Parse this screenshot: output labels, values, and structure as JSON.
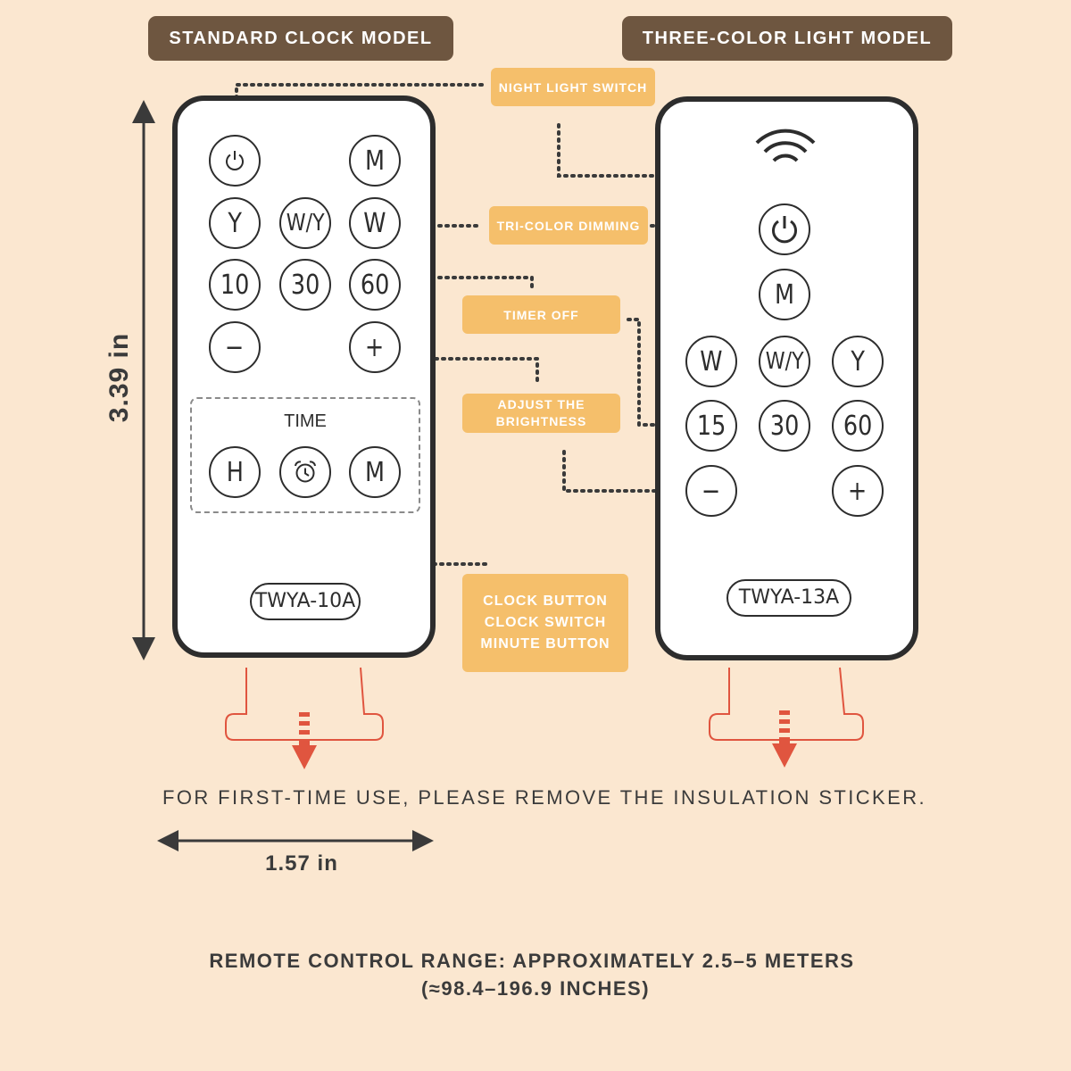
{
  "models": {
    "standard": "STANDARD CLOCK MODEL",
    "three_color": "THREE-COLOR LIGHT MODEL"
  },
  "callouts": {
    "night_light": "NIGHT LIGHT SWITCH",
    "tri_color": "TRI-COLOR DIMMING",
    "timer_off": "TIMER OFF",
    "brightness_1": "ADJUST THE",
    "brightness_2": "BRIGHTNESS",
    "clock_1": "CLOCK BUTTON",
    "clock_2": "CLOCK SWITCH",
    "clock_3": "MINUTE BUTTON"
  },
  "left_remote": {
    "buttons": {
      "power": "power-icon",
      "m": "M",
      "y": "Y",
      "wy": "W/Y",
      "w": "W",
      "t10": "10",
      "t30": "30",
      "t60": "60",
      "minus": "−",
      "plus": "+",
      "h": "H",
      "alarm": "alarm-clock-icon",
      "m2": "M"
    },
    "time_label": "TIME",
    "model": "TWYA-10A"
  },
  "right_remote": {
    "signal_icon": "wireless-signal-icon",
    "buttons": {
      "power": "power-icon",
      "m": "M",
      "w": "W",
      "wy": "W/Y",
      "y": "Y",
      "t15": "15",
      "t30": "30",
      "t60": "60",
      "minus": "−",
      "plus": "+"
    },
    "model": "TWYA-13A"
  },
  "dimensions": {
    "height": "3.39 in",
    "width": "1.57 in"
  },
  "instruction": "FOR FIRST-TIME USE, PLEASE REMOVE THE INSULATION STICKER.",
  "range": {
    "line1": "REMOTE CONTROL RANGE: APPROXIMATELY 2.5–5 METERS",
    "line2": "(≈98.4–196.9 INCHES)"
  },
  "colors": {
    "background": "#fbe7d0",
    "badge": "#6e5640",
    "callout": "#f5bf6b",
    "arrow": "#e0553f"
  }
}
